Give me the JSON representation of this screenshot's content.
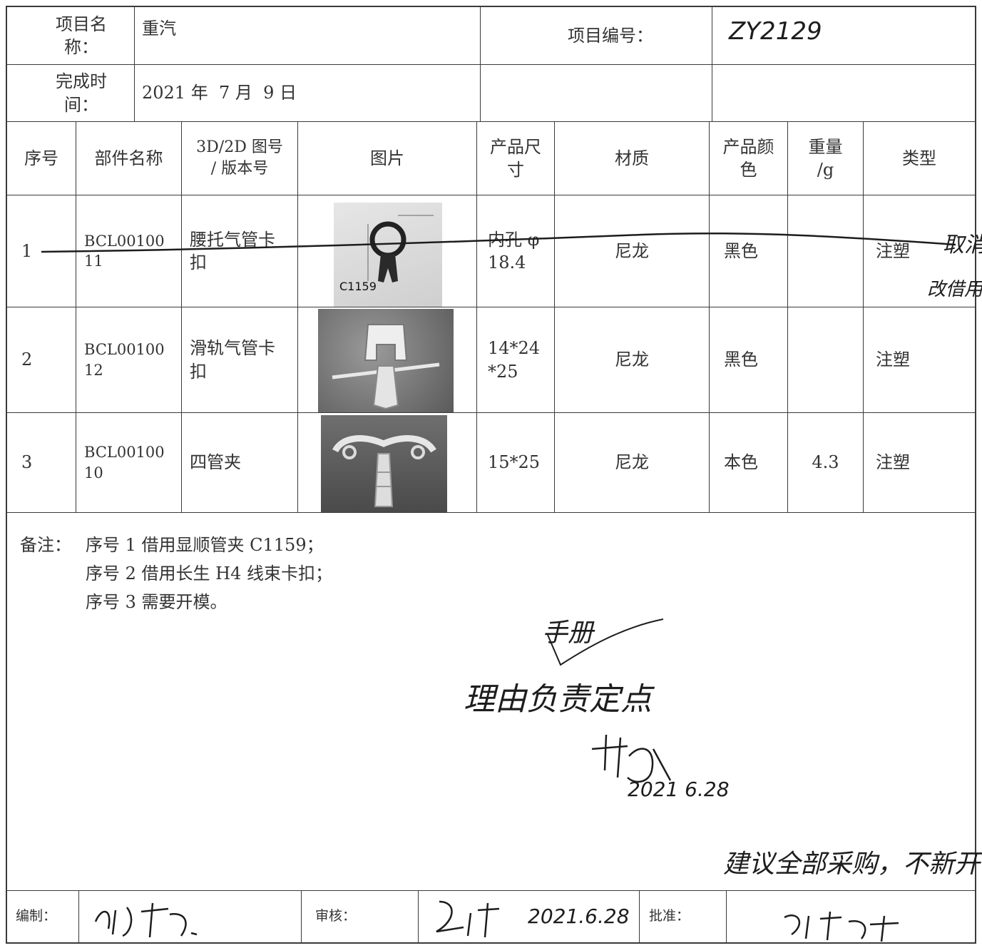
{
  "header": {
    "project_name_label": "项目名称：",
    "project_name": "重汽",
    "project_no_label": "项目编号：",
    "project_no": "ZY2129",
    "finish_time_label": "完成时间：",
    "finish_time": "2021 年  7 月  9 日"
  },
  "columns": [
    "序号",
    "部件名称",
    "3D/2D 图号 / 版本号",
    "图片",
    "产品尺寸",
    "材质",
    "产品颜色",
    "重量 /g",
    "类型"
  ],
  "rows": [
    {
      "no": "1",
      "part": "BCL0010011",
      "drawing": "腰托气管卡扣",
      "image_label": "C1159",
      "size": "内孔 φ 18.4",
      "material": "尼龙",
      "color": "黑色",
      "weight": "",
      "type": "注塑"
    },
    {
      "no": "2",
      "part": "BCL0010012",
      "drawing": "滑轨气管卡扣",
      "image_label": "",
      "size": "14*24*25",
      "material": "尼龙",
      "color": "黑色",
      "weight": "",
      "type": "注塑"
    },
    {
      "no": "3",
      "part": "BCL0010010",
      "drawing": "四管夹",
      "image_label": "",
      "size": "15*25",
      "material": "尼龙",
      "color": "本色",
      "weight": "4.3",
      "type": "注塑"
    }
  ],
  "remarks": {
    "label": "备注：",
    "lines": [
      "序号 1 借用显顺管夹 C1159；",
      "序号 2 借用长生 H4 线束卡扣；",
      "序号 3 需要开模。"
    ]
  },
  "handwriting": {
    "row1_margin": "取消",
    "row1_margin_2": "改借用",
    "note_1": "手册",
    "note_2": "理由负责定点",
    "date_note": "2021 6.28",
    "suggestion": "建议全部采购，不新开模具"
  },
  "footer": {
    "prepared_label": "编制：",
    "reviewed_label": "审核：",
    "reviewed_date": "2021.6.28",
    "approved_label": "批准："
  },
  "colors": {
    "ink": "#1d1d1d",
    "rule": "#3a3a3a",
    "paper": "#ffffff"
  }
}
